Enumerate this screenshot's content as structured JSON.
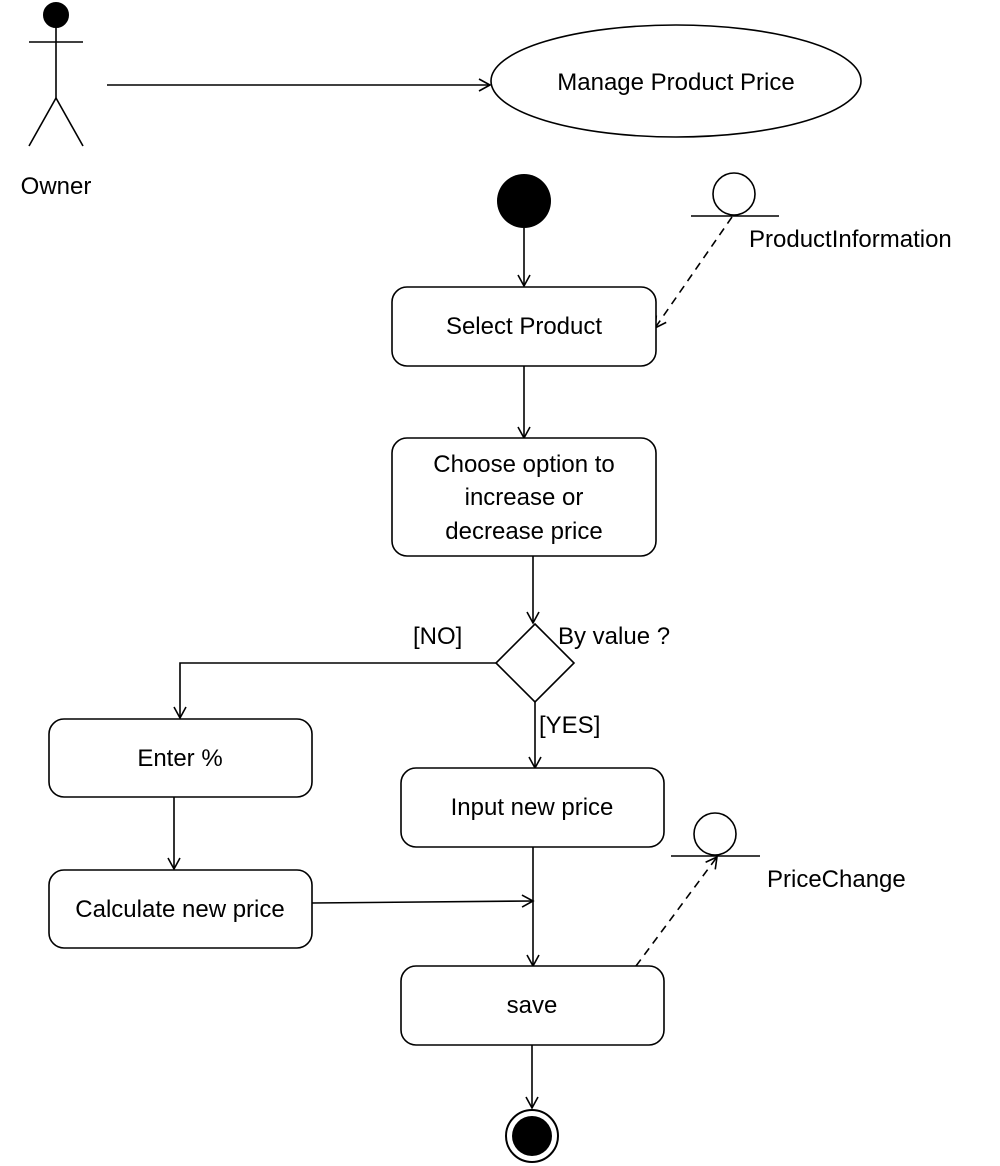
{
  "actor": {
    "label": "Owner"
  },
  "use_case": {
    "label": "Manage Product Price"
  },
  "objects": {
    "product_information": "ProductInformation",
    "price_change": "PriceChange"
  },
  "activities": {
    "select_product": "Select Product",
    "choose_option": [
      "Choose option to",
      "increase or",
      "decrease price"
    ],
    "enter_percent": "Enter %",
    "calculate_new_price": "Calculate new price",
    "input_new_price": "Input new price",
    "save": "save"
  },
  "decision": {
    "question": "By value ?",
    "no_guard": "[NO]",
    "yes_guard": "[YES]"
  },
  "colors": {
    "stroke": "#000000",
    "fill": "#ffffff",
    "node": "#000000"
  }
}
